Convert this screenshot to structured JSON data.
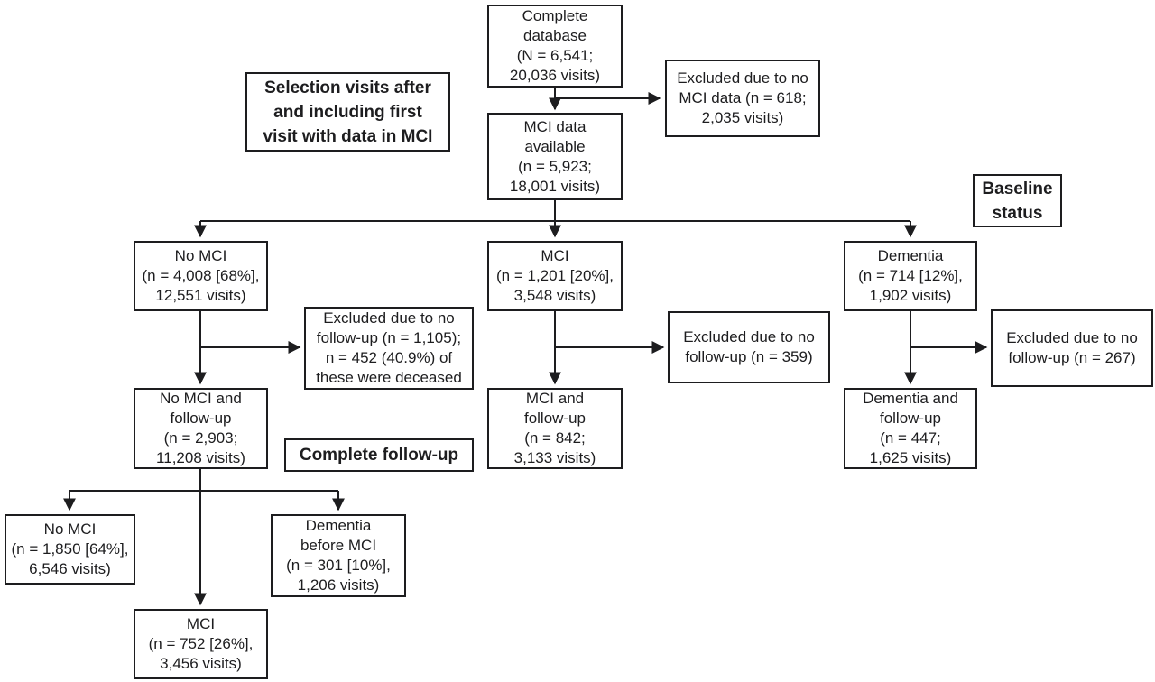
{
  "figure": {
    "style": {
      "background": "#ffffff",
      "line_color": "#1d1d1f",
      "text_color": "#1d1d1f"
    },
    "labels": {
      "selection": "Selection visits after\nand including first\nvisit with data in MCI",
      "baseline_status": "Baseline\nstatus",
      "complete_followup": "Complete follow-up"
    },
    "boxes": {
      "complete_database": "Complete\ndatabase\n(N = 6,541;\n20,036 visits)",
      "excluded_no_mci_data": "Excluded due to no\nMCI data (n = 618;\n2,035 visits)",
      "mci_data_available": "MCI data\navailable\n(n = 5,923;\n18,001 visits)",
      "baseline_no_mci": "No MCI\n(n = 4,008 [68%],\n12,551 visits)",
      "baseline_mci": "MCI\n(n = 1,201 [20%],\n3,548 visits)",
      "baseline_dementia": "Dementia\n(n = 714 [12%],\n1,902 visits)",
      "excluded_no_followup_no_mci": "Excluded due to no\nfollow-up (n = 1,105);\nn = 452 (40.9%) of\nthese were deceased",
      "excluded_no_followup_mci": "Excluded due to no\nfollow-up (n = 359)",
      "excluded_no_followup_dementia": "Excluded due to no\nfollow-up (n = 267)",
      "no_mci_followup": "No MCI and\nfollow-up\n(n = 2,903;\n11,208 visits)",
      "mci_followup": "MCI and\nfollow-up\n(n = 842;\n3,133 visits)",
      "dementia_followup": "Dementia and\nfollow-up\n(n = 447;\n1,625 visits)",
      "final_no_mci": "No MCI\n(n = 1,850 [64%],\n6,546 visits)",
      "final_dementia_before_mci": "Dementia\nbefore MCI\n(n = 301 [10%],\n1,206 visits)",
      "final_mci": "MCI\n(n = 752 [26%],\n3,456 visits)"
    }
  }
}
